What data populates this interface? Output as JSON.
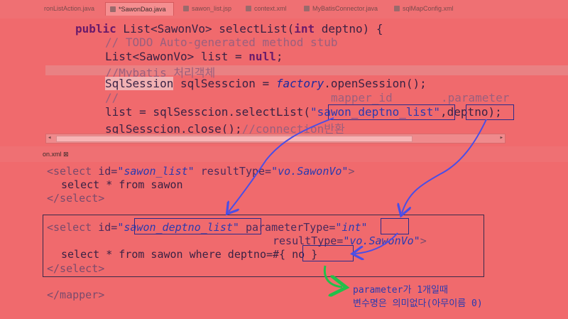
{
  "tabs": [
    {
      "label": "ronListAction.java",
      "active": false
    },
    {
      "label": "*SawonDao.java",
      "active": true
    },
    {
      "label": "sawon_list.jsp",
      "active": false
    },
    {
      "label": "context.xml",
      "active": false
    },
    {
      "label": "MyBatisConnector.java",
      "active": false
    },
    {
      "label": "sqlMapConfig.xml",
      "active": false
    }
  ],
  "java": {
    "l1_kw": "public",
    "l1_rest": " List<SawonVo> selectList(",
    "l1_int": "int",
    "l1_end": " deptno) {",
    "l2": "// TODO Auto-generated method stub",
    "l3_a": "List<SawonVo> list = ",
    "l3_null": "null",
    "l3_end": ";",
    "l4": "//Mybatis 처리객체",
    "l5_type": "SqlSession",
    "l5_mid": " sqlSesscion = ",
    "l5_field": "factory",
    "l5_end": ".openSession();",
    "l6": "//",
    "l6_mapper": "mapper_id",
    "l6_param": ".parameter",
    "l7_a": "list = sqlSesscion.selectList(",
    "l7_str": "\"sawon_deptno_list\"",
    "l7_comma": ",",
    "l7_arg": "deptno",
    "l7_end": ");",
    "l8_a": "sqlSesscion.close();",
    "l8_cm": "//connection반환"
  },
  "xml_tab": {
    "label": "on.xml"
  },
  "xml": {
    "s1_tag": "<select",
    "s1_id_attr": " id=",
    "s1_id_val": "\"sawon_list\"",
    "s1_rt_attr": " resultType=",
    "s1_rt_val": "\"vo.SawonVo\"",
    "s1_close": ">",
    "s1_sql": "select * from sawon",
    "s1_end": "</select>",
    "s2_tag": "<select",
    "s2_id_attr": " id=",
    "s2_id_val": "\"sawon_deptno_list\"",
    "s2_pt_attr": " parameterType=",
    "s2_pt_val": "\"int\"",
    "s2_rt_attr": "resultType=",
    "s2_rt_val": "\"vo.SawonVo\"",
    "s2_close": ">",
    "s2_sql_a": "select * from sawon where deptno=",
    "s2_sql_b": "#{ no }",
    "s2_end": "</select>",
    "mapper_end": "</mapper>"
  },
  "annotation": {
    "line1": "parameter가 1개일때",
    "line2": "변수명은 의미없다(아무이름 0)"
  },
  "colors": {
    "arrow": "#4a4ee6",
    "green_arrow": "#22c04a",
    "background": "#f06a6d"
  }
}
